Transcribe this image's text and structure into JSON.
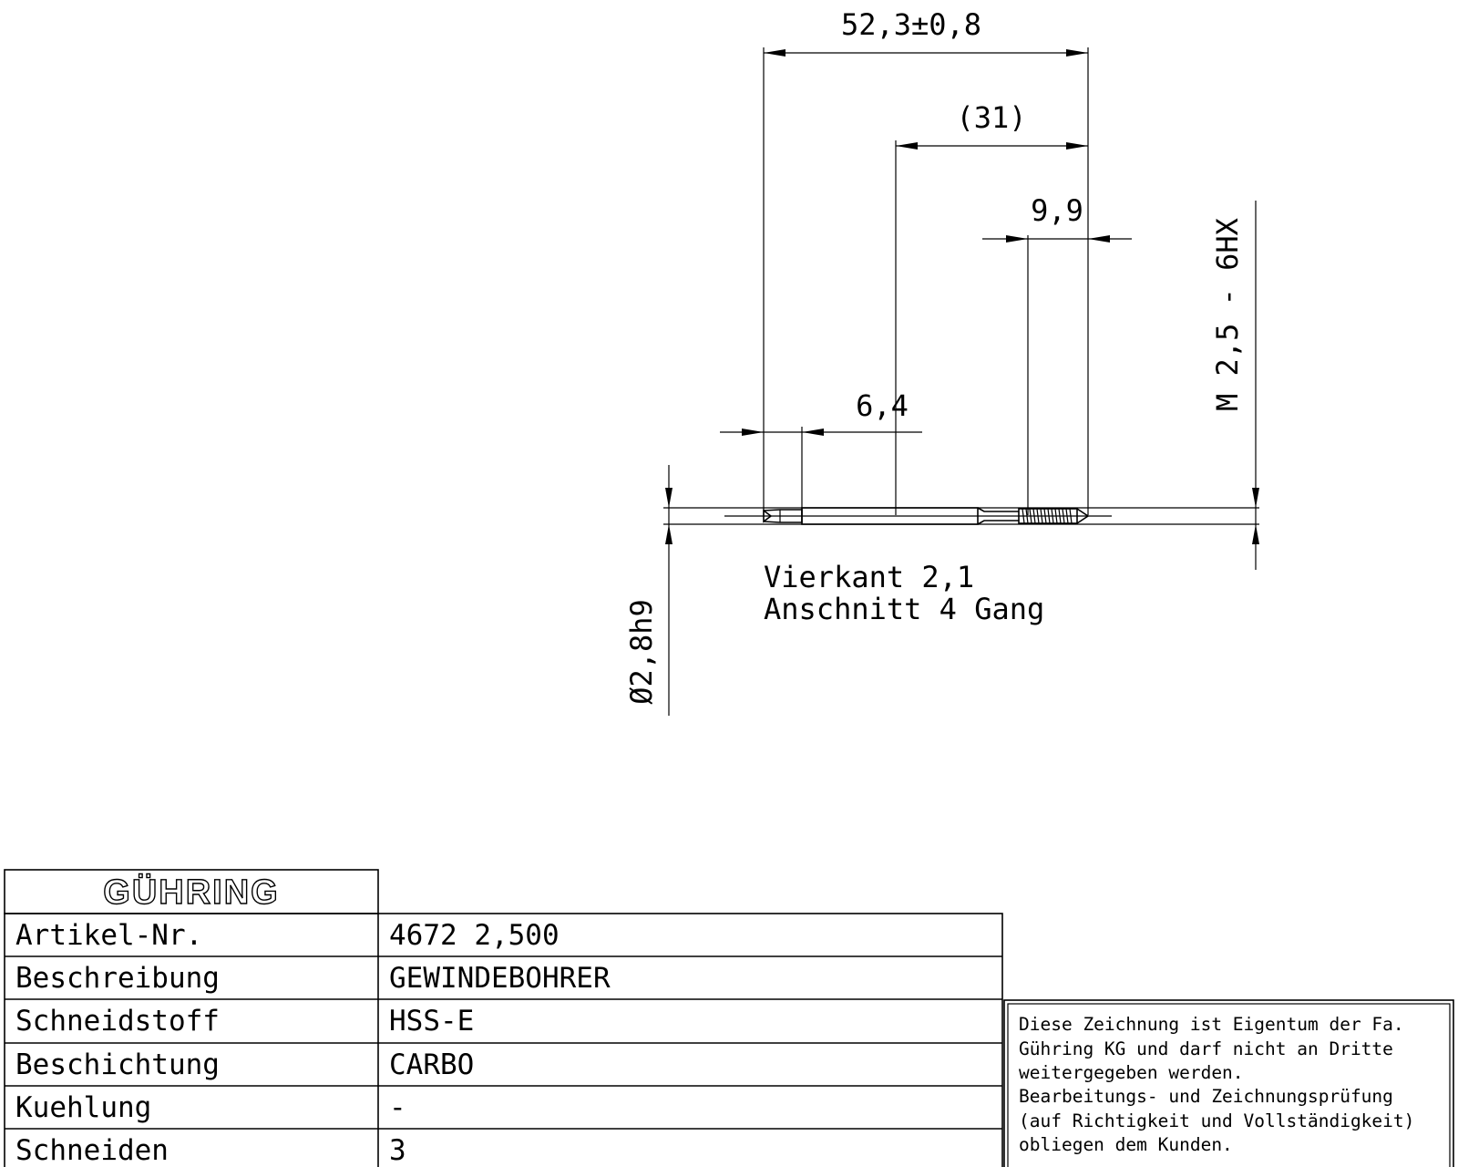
{
  "dimensions": {
    "overall_length": "52,3±0,8",
    "thread_length_ref": "(31)",
    "thread_tip_length": "9,9",
    "square_length": "6,4",
    "thread_spec": "M 2,5 - 6HX",
    "shank_diameter": "Ø2,8h9"
  },
  "notes": {
    "line1": "Vierkant 2,1",
    "line2": "Anschnitt 4 Gang"
  },
  "title_block": {
    "logo": "GÜHRING",
    "rows": [
      {
        "label": "Artikel-Nr.",
        "value": "4672 2,500"
      },
      {
        "label": "Beschreibung",
        "value": "GEWINDEBOHRER"
      },
      {
        "label": "Schneidstoff",
        "value": "HSS-E"
      },
      {
        "label": "Beschichtung",
        "value": "CARBO"
      },
      {
        "label": "Kuehlung",
        "value": "-"
      },
      {
        "label": "Schneiden",
        "value": "3"
      }
    ]
  },
  "disclaimer": [
    "Diese Zeichnung ist Eigentum der Fa.",
    "Gühring KG und darf nicht an Dritte",
    "weitergegeben werden.",
    "Bearbeitungs- und Zeichnungsprüfung",
    "(auf Richtigkeit und Vollständigkeit)",
    "obliegen dem Kunden."
  ]
}
